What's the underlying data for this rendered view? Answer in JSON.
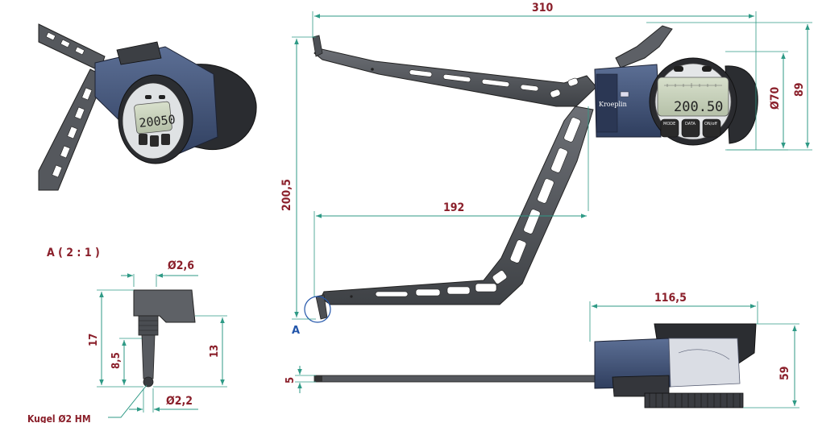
{
  "dimensions": {
    "overall_length": "310",
    "height_total": "89",
    "dial_diameter": "Ø70",
    "leg_height": "200,5",
    "jaw_reach": "192",
    "body_width": "116,5",
    "body_depth": "59",
    "arm_thickness": "5"
  },
  "detail": {
    "title": "A ( 2 : 1 )",
    "tip_diameter": "Ø2,6",
    "ball_diameter": "Ø2,2",
    "height_total": "17",
    "height_mid": "8,5",
    "height_right": "13",
    "ball_note": "Kugel Ø2 HM"
  },
  "view_marker": "A",
  "gauge": {
    "display_value": "200.50",
    "brand": "Kroeplin",
    "buttons": [
      "MODE",
      "DATA",
      "ON/off"
    ]
  },
  "colors": {
    "dimension_text": "#8a1f2a",
    "dimension_line": "#2f9a86",
    "body_blue": "#3a4d72",
    "arm_grey": "#5e6166",
    "lcd_green": "#c9d3bd"
  }
}
